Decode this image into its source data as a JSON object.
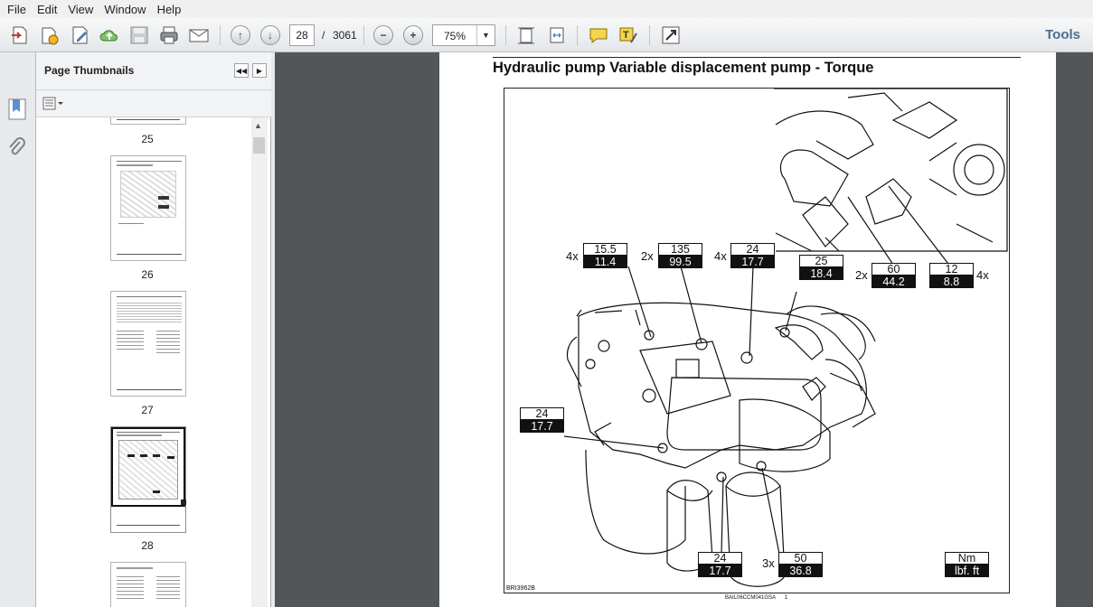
{
  "menu": [
    "File",
    "Edit",
    "View",
    "Window",
    "Help"
  ],
  "toolbar": {
    "current_page": "28",
    "page_separator": "/",
    "total_pages": "3061",
    "zoom": "75%",
    "tools_label": "Tools"
  },
  "panel": {
    "title": "Page Thumbnails",
    "thumbnails": [
      {
        "label": "25"
      },
      {
        "label": "26"
      },
      {
        "label": "27"
      },
      {
        "label": "28"
      }
    ]
  },
  "document": {
    "title": "Hydraulic pump Variable displacement pump - Torque",
    "figure_code": "BRI3962B",
    "footer_code": "BAIL06CCM041GSA",
    "footer_page": "1",
    "callouts": [
      {
        "mult": "4x",
        "nm": "15.5",
        "lbf": "11.4"
      },
      {
        "mult": "2x",
        "nm": "135",
        "lbf": "99.5"
      },
      {
        "mult": "4x",
        "nm": "24",
        "lbf": "17.7"
      },
      {
        "mult": "",
        "nm": "25",
        "lbf": "18.4"
      },
      {
        "mult": "2x",
        "nm": "60",
        "lbf": "44.2"
      },
      {
        "mult": "4x",
        "nm": "12",
        "lbf": "8.8"
      },
      {
        "mult": "",
        "nm": "24",
        "lbf": "17.7"
      },
      {
        "mult": "",
        "nm": "24",
        "lbf": "17.7"
      },
      {
        "mult": "3x",
        "nm": "50",
        "lbf": "36.8"
      }
    ],
    "legend": {
      "unit_top": "Nm",
      "unit_bottom": "lbf. ft"
    }
  },
  "colors": {
    "workspace": "#525659",
    "toolbar": "#e8eaec",
    "tools_text": "#4d6d8f",
    "selected_thumb": "#a9a9a9"
  }
}
